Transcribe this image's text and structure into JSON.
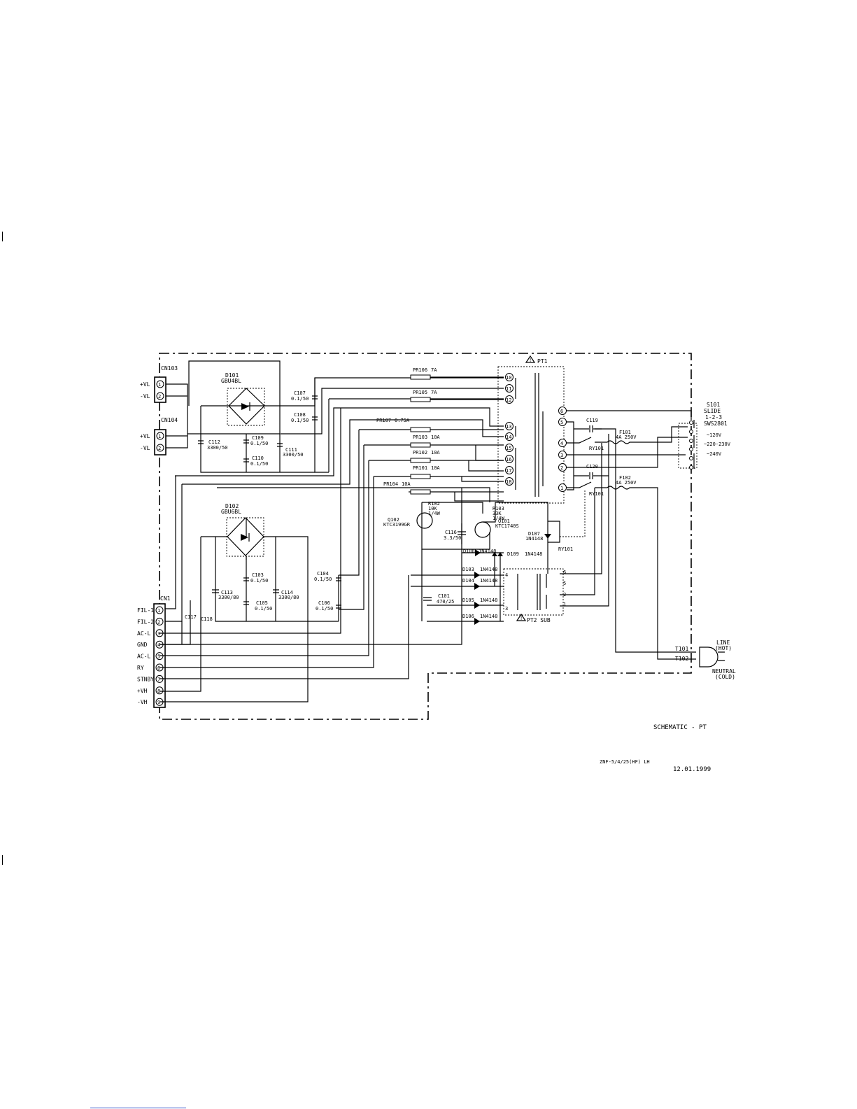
{
  "title": "SCHEMATIC - PT",
  "model": "ZNF-5/4/25(HF) LH",
  "date": "12.01.1999",
  "connectors": {
    "cn103": {
      "label": "CN103",
      "pins": [
        {
          "n": "1",
          "name": "+VL"
        },
        {
          "n": "2",
          "name": "-VL"
        }
      ]
    },
    "cn104": {
      "label": "CN104",
      "pins": [
        {
          "n": "1",
          "name": "+VL"
        },
        {
          "n": "2",
          "name": "-VL"
        }
      ]
    },
    "cn1": {
      "label": "CN1",
      "pins": [
        {
          "n": "1",
          "name": "FIL-1"
        },
        {
          "n": "2",
          "name": "FIL-2"
        },
        {
          "n": "3",
          "name": "AC-L"
        },
        {
          "n": "4",
          "name": "GND"
        },
        {
          "n": "5",
          "name": "AC-L"
        },
        {
          "n": "6",
          "name": "RY"
        },
        {
          "n": "7",
          "name": "STNBY"
        },
        {
          "n": "8",
          "name": "+VH"
        },
        {
          "n": "9",
          "name": "-VH"
        }
      ]
    }
  },
  "bridges": [
    {
      "ref": "D101",
      "part": "GBU4BL"
    },
    {
      "ref": "D102",
      "part": "GBU6BL"
    }
  ],
  "capacitors": [
    {
      "ref": "C107",
      "value": "0.1/50"
    },
    {
      "ref": "C108",
      "value": "0.1/50"
    },
    {
      "ref": "C109",
      "value": "0.1/50"
    },
    {
      "ref": "C110",
      "value": "0.1/50"
    },
    {
      "ref": "C111",
      "value": "3300/50"
    },
    {
      "ref": "C112",
      "value": "3300/50"
    },
    {
      "ref": "C103",
      "value": "0.1/50"
    },
    {
      "ref": "C105",
      "value": "0.1/50"
    },
    {
      "ref": "C113",
      "value": "3300/80"
    },
    {
      "ref": "C114",
      "value": "3300/80"
    },
    {
      "ref": "C104",
      "value": "0.1/50"
    },
    {
      "ref": "C106",
      "value": "0.1/50"
    },
    {
      "ref": "C116",
      "value": "3.3/50"
    },
    {
      "ref": "C101",
      "value": "470/25"
    },
    {
      "ref": "C117",
      "value": ""
    },
    {
      "ref": "C118",
      "value": ""
    },
    {
      "ref": "C119",
      "value": ""
    },
    {
      "ref": "C120",
      "value": ""
    }
  ],
  "fuse_resistors": [
    {
      "ref": "PR106",
      "value": "7A"
    },
    {
      "ref": "PR105",
      "value": "7A"
    },
    {
      "ref": "PR107",
      "value": "0.75A"
    },
    {
      "ref": "PR103",
      "value": "10A"
    },
    {
      "ref": "PR102",
      "value": "10A"
    },
    {
      "ref": "PR101",
      "value": "10A"
    },
    {
      "ref": "PR104",
      "value": "10A"
    }
  ],
  "transformers": {
    "pt1": {
      "label": "PT1",
      "secondary_pins": [
        "10",
        "11",
        "12",
        "13",
        "14",
        "15",
        "16",
        "17",
        "18"
      ],
      "primary_pins": [
        "6",
        "5",
        "4",
        "3",
        "2",
        "1"
      ]
    },
    "pt2": {
      "label": "PT2 SUB",
      "pins_left": [
        "4",
        "3"
      ],
      "pins_right": [
        "6",
        "5",
        "2",
        "1"
      ]
    }
  },
  "semis": {
    "q102": {
      "ref": "Q102",
      "part": "KTC3199GR"
    },
    "q101": {
      "ref": "Q101",
      "part": "KTC1740S"
    },
    "r102": {
      "ref": "R102",
      "value": "10K",
      "power": "1/4W"
    },
    "r103": {
      "ref": "R103",
      "value": "33K",
      "power": "1/4W"
    },
    "d107": {
      "ref": "D107",
      "part": "1N4148"
    },
    "d108": {
      "ref": "D108",
      "part": "1N4148"
    },
    "d109": {
      "ref": "D109",
      "part": "1N4148"
    },
    "d103": {
      "ref": "D103",
      "part": "1N4148"
    },
    "d104": {
      "ref": "D104",
      "part": "1N4148"
    },
    "d105": {
      "ref": "D105",
      "part": "1N4148"
    },
    "d106": {
      "ref": "D106",
      "part": "1N4148"
    },
    "ry101": {
      "ref": "RY101"
    }
  },
  "mains": {
    "switch": {
      "ref": "S101",
      "label1": "SLIDE",
      "label2": "1-2-3",
      "label3": "SWS2801"
    },
    "voltages": [
      "~120V",
      "~220-230V",
      "~240V"
    ],
    "f101": {
      "ref": "F101",
      "rating": "4A 250V"
    },
    "f102": {
      "ref": "F102",
      "rating": "4A 250V"
    },
    "t101": {
      "ref": "T101"
    },
    "t102": {
      "ref": "T102"
    },
    "plug_line": "LINE",
    "plug_line2": "(HOT)",
    "plug_neutral": "NEUTRAL",
    "plug_neutral2": "(COLD)"
  }
}
